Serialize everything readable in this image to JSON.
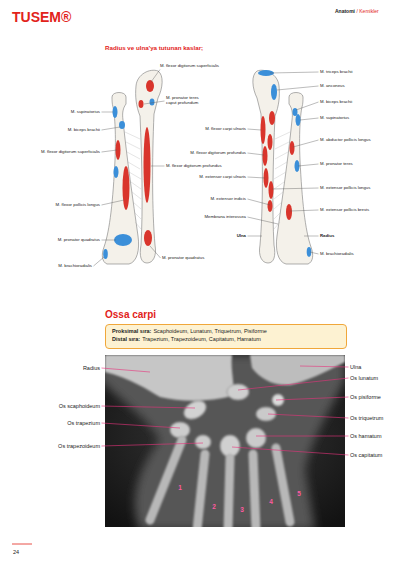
{
  "diagram": {
    "nodes": [
      {
        "text": [
          "Proksimal sıra:",
          "Scaphoideum, Lunatum, Triquetrum, Pisiforme",
          "Distal sıra:",
          "Trapezium, Trapezoideum, Capitatum, Hamatum"
        ]
      }
    ],
    "labels": [
      "TUSEM®",
      "Anatomi",
      "/ Kemikler",
      "Radius ve ulna'ya tutunan kaslar;",
      "M. flexor digitorum superficialis",
      "M. pronator teres caput profundum",
      "M. supinatorius",
      "M. biceps brachii",
      "M. flexor digitorum superficialis",
      "M. flexor digitorum profundus",
      "M. flexor pollicis longus",
      "M. pronator quadratus",
      "M. pronator quadratus",
      "M. brachioradialis",
      "M. triceps brachii",
      "M. anconeus",
      "M. biceps brachii",
      "M. supinatorius",
      "M. flexor carpi ulnaris",
      "M. abductor pollicis longus",
      "M. flexor digitorum profundus",
      "M. pronator teres",
      "M. extensor carpi ulnaris",
      "M. extensor pollicis longus",
      "M. extensor indicis",
      "M. extensor pollicis brevis",
      "Membrana interossea",
      "Ulna",
      "Radius",
      "M. brachioradialis",
      "Ossa carpi",
      "Radius",
      "Ulna",
      "Os lunatum",
      "Os scaphoideum",
      "Os pisiforme",
      "Os trapezium",
      "Os triquetrum",
      "Os trapezoideum",
      "Os hamatum",
      "Os capitatum",
      "1",
      "2",
      "3",
      "4",
      "5",
      "24"
    ]
  }
}
